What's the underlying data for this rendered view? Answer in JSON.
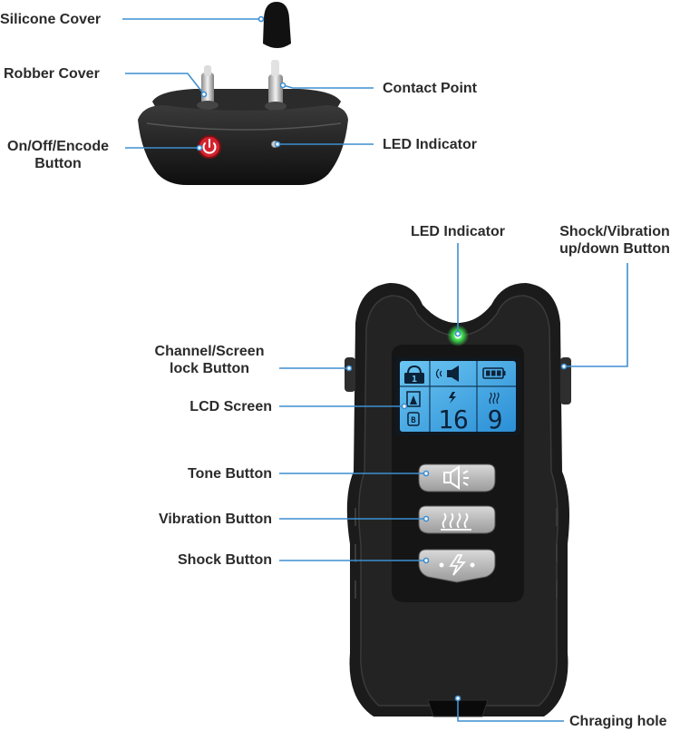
{
  "labels": {
    "silicone_cover": "Silicone Cover",
    "robber_cover": "Robber Cover",
    "on_off_line1": "On/Off/Encode",
    "on_off_line2": "Button",
    "contact_point": "Contact Point",
    "led_indicator_receiver": "LED Indicator",
    "led_indicator_remote": "LED Indicator",
    "shock_vibration_line1": "Shock/Vibration",
    "shock_vibration_line2": "up/down Button",
    "channel_line1": "Channel/Screen",
    "channel_line2": "lock Button",
    "lcd_screen": "LCD Screen",
    "tone_button": "Tone Button",
    "vibration_button": "Vibration Button",
    "shock_button": "Shock Button",
    "charging_hole": "Chraging hole"
  },
  "lcd": {
    "channel": "1",
    "vibration_level": "16",
    "shock_level": "9"
  },
  "colors": {
    "leader_line": "#3d8fd1",
    "lcd_blue": "#3aa7e6",
    "power_red": "#d4232e",
    "led_green": "#3bdc4a",
    "device_body": "#1b1b1b"
  }
}
